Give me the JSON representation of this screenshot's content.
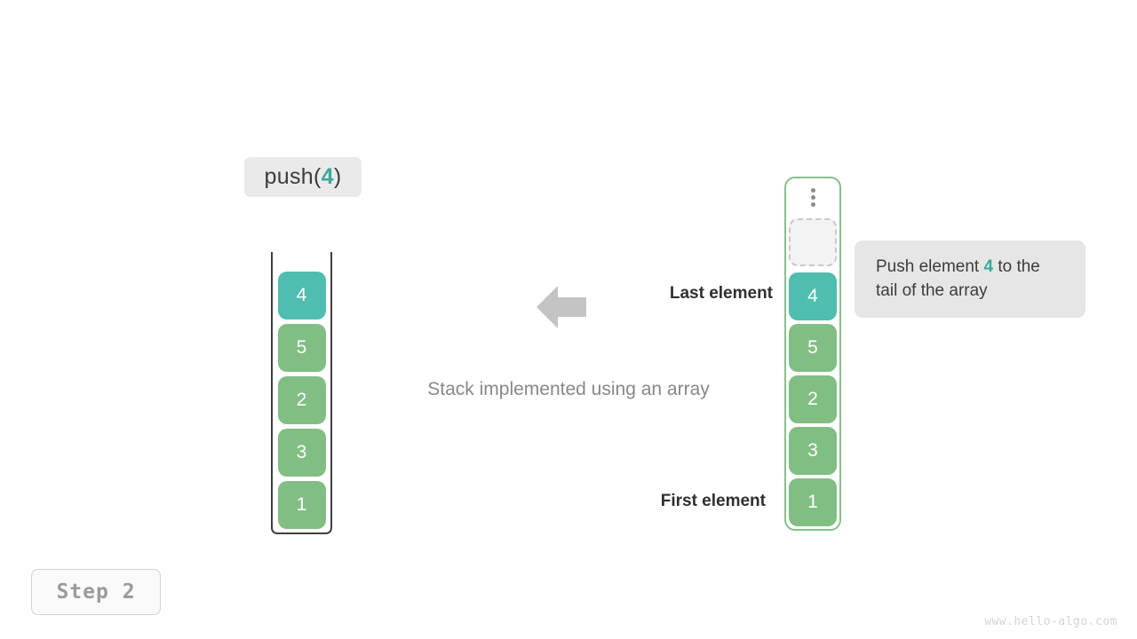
{
  "operation": {
    "prefix": "push(",
    "value": "4",
    "suffix": ")"
  },
  "left_stack": {
    "cells": [
      {
        "value": "4",
        "state": "highlight"
      },
      {
        "value": "5",
        "state": "normal"
      },
      {
        "value": "2",
        "state": "normal"
      },
      {
        "value": "3",
        "state": "normal"
      },
      {
        "value": "1",
        "state": "normal"
      }
    ]
  },
  "right_array": {
    "ellipsis_icon": "vertical-ellipsis-icon",
    "empty_slot_label": "",
    "cells": [
      {
        "value": "4",
        "state": "highlight"
      },
      {
        "value": "5",
        "state": "normal"
      },
      {
        "value": "2",
        "state": "normal"
      },
      {
        "value": "3",
        "state": "normal"
      },
      {
        "value": "1",
        "state": "normal"
      }
    ]
  },
  "labels": {
    "last_element": "Last element",
    "first_element": "First element",
    "caption": "Stack implemented using an array",
    "arrow_icon": "left-arrow-icon"
  },
  "note": {
    "text_before": "Push element ",
    "accent": "4",
    "text_after": " to the tail of the array"
  },
  "step": {
    "label": "Step 2"
  },
  "watermark": {
    "text": "www.hello-algo.com"
  },
  "colors": {
    "accent_teal": "#3aa899",
    "cell_highlight": "#4fbdb0",
    "cell_normal": "#81be84",
    "array_border": "#88bf8c",
    "stack_border": "#3f3f3f",
    "arrow": "#c4c4c4",
    "badge_bg": "#eaeaea",
    "note_bg": "#e6e6e6"
  }
}
